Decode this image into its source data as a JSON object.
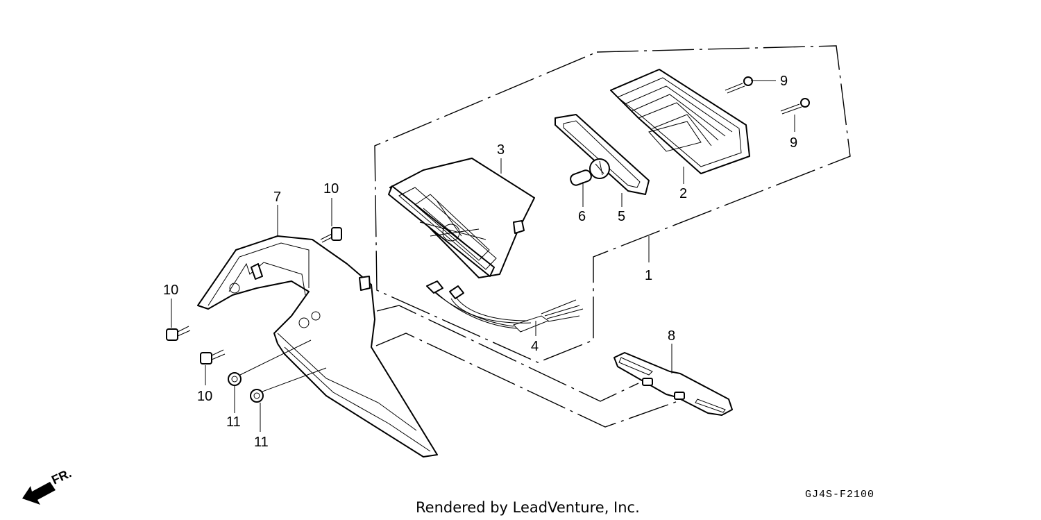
{
  "callouts": {
    "p1": "1",
    "p2": "2",
    "p3": "3",
    "p4": "4",
    "p5": "5",
    "p6": "6",
    "p7": "7",
    "p8": "8",
    "p9a": "9",
    "p9b": "9",
    "p10a": "10",
    "p10b": "10",
    "p10c": "10",
    "p11a": "11",
    "p11b": "11"
  },
  "direction_label": "FR.",
  "diagram_code": "GJ4S-F2100",
  "credit": "Rendered by LeadVenture, Inc."
}
